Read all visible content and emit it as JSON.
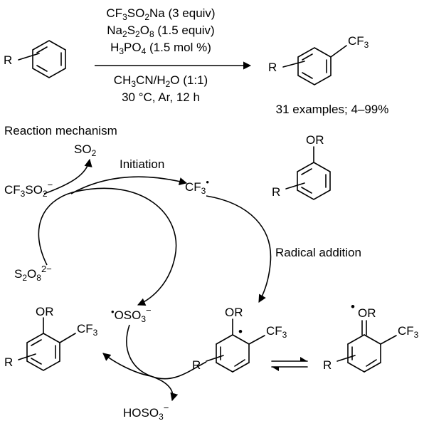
{
  "top_reaction": {
    "reactant_substituent": "R",
    "product_substituents": {
      "r": "R",
      "cf3": "CF3"
    },
    "conditions": [
      "CF3SO2Na (3 equiv)",
      "Na2S2O8 (1.5 equiv)",
      "H3PO4 (1.5 mol %)",
      "CH3CN/H2O (1:1)",
      "30 °C, Ar, 12 h"
    ],
    "scope_note": "31 examples; 4–99%"
  },
  "mechanism": {
    "title": "Reaction mechanism",
    "labels": {
      "so2": "SO2",
      "cf3so2": "CF3SO2⁻",
      "s2o8": "S2O8²⁻",
      "initiation": "Initiation",
      "cf3_radical": "CF3•",
      "radical_addition": "Radical addition",
      "oso3_radical": "•OSO3⁻",
      "hoso3": "HOSO3⁻"
    },
    "structures": {
      "substrate": {
        "group": "OR",
        "r": "R"
      },
      "radical_intermediate": {
        "group": "OR",
        "r": "R",
        "cf3": "CF3"
      },
      "resonance_form": {
        "group": "OR",
        "r": "R",
        "cf3": "CF3"
      },
      "final_product": {
        "group": "OR",
        "r": "R",
        "cf3": "CF3"
      }
    }
  }
}
